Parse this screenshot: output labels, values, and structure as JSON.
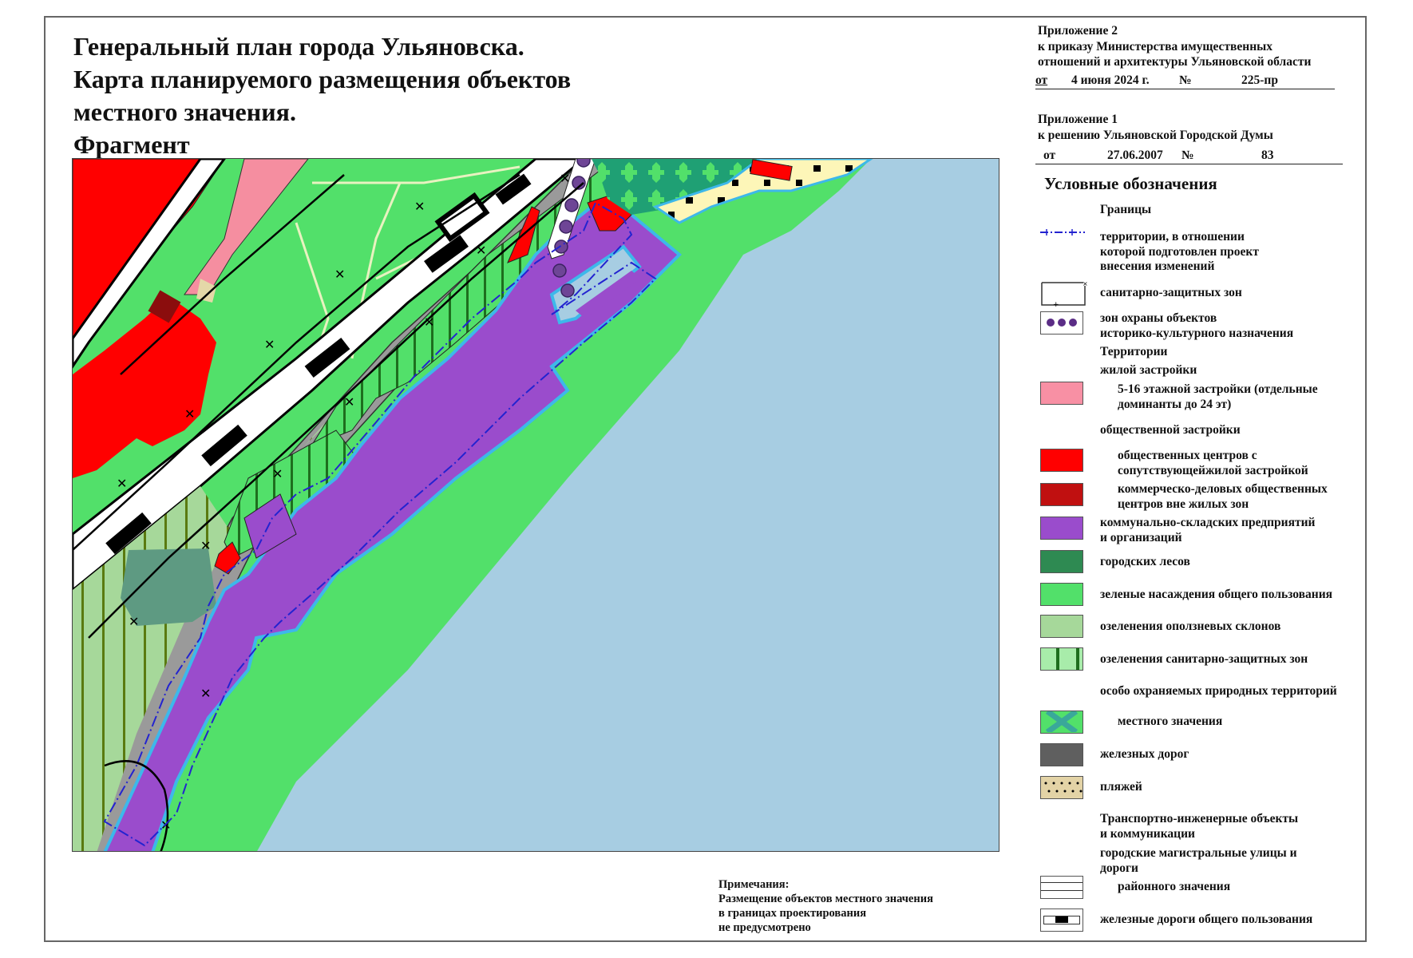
{
  "title": {
    "line1": "Генеральный план города Ульяновска.",
    "line2": "Карта планируемого размещения объектов",
    "line3": "местного значения.",
    "line4": "Фрагмент"
  },
  "appendix2": {
    "heading": "Приложение 2",
    "line1": "к приказу Министерства имущественных",
    "line2": "отношений и архитектуры Ульяновской области",
    "from_label": "от",
    "date": "4 июня 2024 г.",
    "number_label": "№",
    "number": "225-пр"
  },
  "appendix1": {
    "heading": "Приложение 1",
    "line1": "к решению Ульяновской Городской Думы",
    "from_label": "от",
    "date": "27.06.2007",
    "number_label": "№",
    "number": "83"
  },
  "legend": {
    "title": "Условные обозначения",
    "boundaries_heading": "Границы",
    "items": [
      {
        "id": "project-boundary",
        "label_l1": "территории, в отношении",
        "label_l2": "которой подготовлен проект",
        "label_l3": "внесения изменений",
        "symbol": "blue-dash-dot-line",
        "color": "#2323d0"
      },
      {
        "id": "sanitary-zone",
        "label": "санитарно-защитных зон",
        "symbol": "black-outline-box"
      },
      {
        "id": "heritage-zone",
        "label_l1": "зон охраны объектов",
        "label_l2": "историко-культурного назначения",
        "symbol": "purple-dots",
        "color": "#5b2d86"
      },
      {
        "id": "territories-heading",
        "label": "Территории"
      },
      {
        "id": "residential-heading",
        "label": "жилой застройки"
      },
      {
        "id": "residential-5-16",
        "label_l1": "5-16 этажной застройки (отдельные",
        "label_l2": "доминанты до 24 эт)",
        "color": "#f890a4"
      },
      {
        "id": "public-heading",
        "label": "общественной застройки"
      },
      {
        "id": "public-centers",
        "label_l1": "общественных центров с",
        "label_l2": "сопутствующейжилой застройкой",
        "color": "#ff0000"
      },
      {
        "id": "commercial-centers",
        "label_l1": "коммерческо-деловых общественных",
        "label_l2": "центров вне жилых зон",
        "color": "#c01010"
      },
      {
        "id": "communal-warehouse",
        "label_l1": "коммунально-складских предприятий",
        "label_l2": "и организаций",
        "color": "#9a4ccc"
      },
      {
        "id": "city-forests",
        "label": "городских лесов",
        "color": "#2e8a52"
      },
      {
        "id": "public-green",
        "label": "зеленые насаждения общего пользования",
        "color": "#52e06a"
      },
      {
        "id": "landslide-green",
        "label": "озеленения оползневых склонов",
        "color": "#a6d89a"
      },
      {
        "id": "sanitary-green",
        "label": "озеленения санитарно-защитных зон",
        "color": "#a8ecaa",
        "stripe": "#1e6e1e"
      },
      {
        "id": "protected-heading",
        "label": "особо охраняемых природных территорий"
      },
      {
        "id": "protected-local",
        "label": "местного значения",
        "color": "#52e06a",
        "cross": "#3aa89a"
      },
      {
        "id": "railways",
        "label": "железных дорог",
        "color": "#5f5f5f"
      },
      {
        "id": "beaches",
        "label": "пляжей",
        "color": "#e3d3a6"
      },
      {
        "id": "transport-heading",
        "label_l1": "Транспортно-инженерные объекты",
        "label_l2": "и коммуникации"
      },
      {
        "id": "main-streets-heading",
        "label_l1": "городские магистральные улицы и",
        "label_l2": "дороги"
      },
      {
        "id": "district-roads",
        "label": "районного значения",
        "symbol": "double-line"
      },
      {
        "id": "public-railways",
        "label": "железные дороги общего пользования",
        "symbol": "rail"
      }
    ]
  },
  "notes": {
    "heading": "Примечания:",
    "line1": "Размещение объектов местного значения",
    "line2": "в границах проектирования",
    "line3": "не предусмотрено"
  },
  "map_colors": {
    "water": "#a7cde2",
    "water_edge": "#3db8ea",
    "communal": "#9a4ccc",
    "public_green": "#52e06a",
    "landslide": "#a6d89a",
    "red": "#ff0000",
    "dark_red": "#8b0d0d",
    "pink": "#f58ea0",
    "gray_rail": "#9a9a9a",
    "forest_teal": "#1fa074",
    "beach_yellow": "#fdf6b8",
    "boundary_blue": "#2323d0",
    "heritage": "#5b2d86"
  }
}
